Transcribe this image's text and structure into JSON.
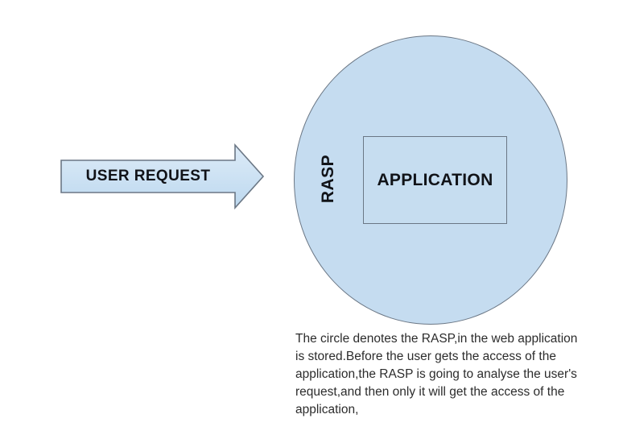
{
  "diagram": {
    "title_hidden": "",
    "arrow": {
      "label": "USER REQUEST",
      "icon": "right-arrow-shape",
      "fill_color": "#cfe3f4",
      "stroke_color": "#6b7785"
    },
    "circle": {
      "label": "RASP",
      "fill_color": "#c5dcf0",
      "stroke_color": "#6b7785"
    },
    "application_box": {
      "label": "APPLICATION",
      "fill_color": "#c6ddf0",
      "stroke_color": "#6b7785"
    },
    "caption": {
      "lines": [
        "The circle denotes the RASP,in the web application",
        "is stored.Before the user gets the access of the",
        "application,the RASP is going to analyse the user's",
        "request,and then only it will get the access of the",
        "application,"
      ],
      "line_1": "The circle denotes the RASP,in the web application",
      "line_2": "is stored.Before the user gets the access of the",
      "line_3": "application,the RASP is going to analyse the user's",
      "line_4": "request,and then only it will get the access of the",
      "line_5": "application,"
    }
  }
}
